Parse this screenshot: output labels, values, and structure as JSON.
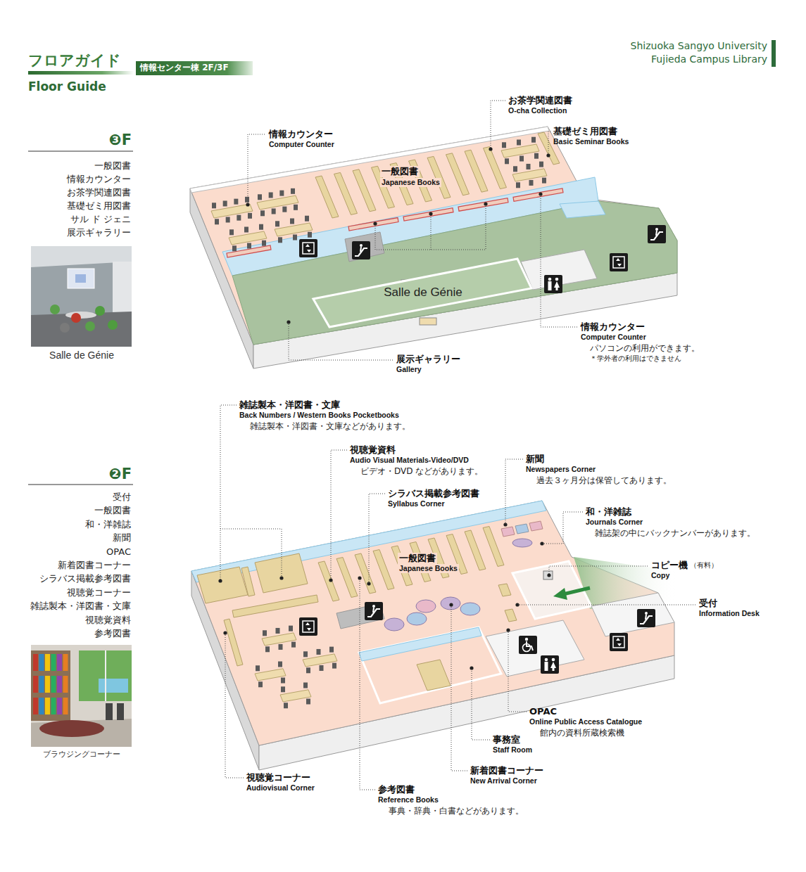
{
  "diagram": {
    "title": "フロアガイド",
    "nodes": [
      {
        "text": [
          "情報センター棟 2F/3F"
        ]
      },
      {
        "text": [
          "Salle de Génie"
        ]
      }
    ],
    "labels": [
      "Shizuoka Sangyo University",
      "Fujieda Campus Library",
      "Floor Guide",
      "❸F",
      "一般図書",
      "情報カウンター",
      "お茶学関連図書",
      "基礎ゼミ用図書",
      "サル ド ジェニ",
      "展示ギャラリー",
      "Salle de Génie",
      "情報カウンター",
      "Computer Counter",
      "お茶学関連図書",
      "O-cha Collection",
      "基礎ゼミ用図書",
      "Basic Seminar Books",
      "一般図書",
      "Japanese Books",
      "情報カウンター",
      "Computer Counter",
      "パソコンの利用ができます。",
      "＊学外者の利用はできません",
      "展示ギャラリー",
      "Gallery",
      "❷F",
      "受付",
      "一般図書",
      "和・洋雑誌",
      "新聞",
      "OPAC",
      "新着図書コーナー",
      "シラバス掲載参考図書",
      "視聴覚コーナー",
      "雑誌製本・洋図書・文庫",
      "視聴覚資料",
      "参考図書",
      "ブラウジングコーナー",
      "雑誌製本・洋図書・文庫",
      "Back Numbers / Western Books Pocketbooks",
      "雑誌製本・洋図書・文庫などがあります。",
      "視聴覚資料",
      "Audio Visual Materials-Video/DVD",
      "ビデオ・DVD などがあります。",
      "新聞",
      "Newspapers Corner",
      "過去３ヶ月分は保管してあります。",
      "シラバス掲載参考図書",
      "Syllabus Corner",
      "和・洋雑誌",
      "Journals Corner",
      "雑誌架の中にバックナンバーがあります。",
      "一般図書",
      "Japanese Books",
      "コピー機",
      "（有料）",
      "Copy",
      "受付",
      "Information Desk",
      "OPAC",
      "Online Public Access Catalogue",
      "館内の資料所蔵検索機",
      "事務室",
      "Staff Room",
      "新着図書コーナー",
      "New Arrival Corner",
      "視聴覚コーナー",
      "Audiovisual Corner",
      "参考図書",
      "Reference Books",
      "事典・辞典・白書などがあります。"
    ]
  }
}
